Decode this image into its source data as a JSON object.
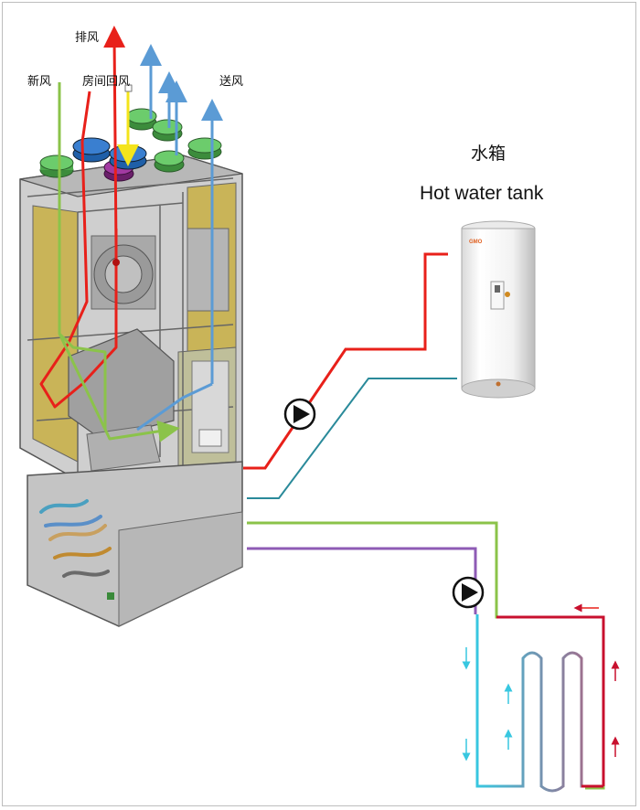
{
  "labels": {
    "exhaust_air": "排风",
    "fresh_air": "新风",
    "room_return_air": "房间回风",
    "supply_air": "送风",
    "tank_cn": "水箱",
    "tank_en": "Hot water tank",
    "tank_brand": "GMO"
  },
  "icons": [
    "pump-icon",
    "pump-icon",
    "flow-arrow-icon"
  ],
  "colors": {
    "exhaust": "#e8201a",
    "fresh": "#8bc34a",
    "supply": "#5b9bd5",
    "return": "#f4e41c",
    "hot_water_supply": "#e8201a",
    "hot_water_return": "#2a8a9a",
    "floor_supply": "#8bc34a",
    "floor_return": "#8e5bb5",
    "floor_cold": "#38c7e0",
    "floor_hot": "#c8102e"
  }
}
